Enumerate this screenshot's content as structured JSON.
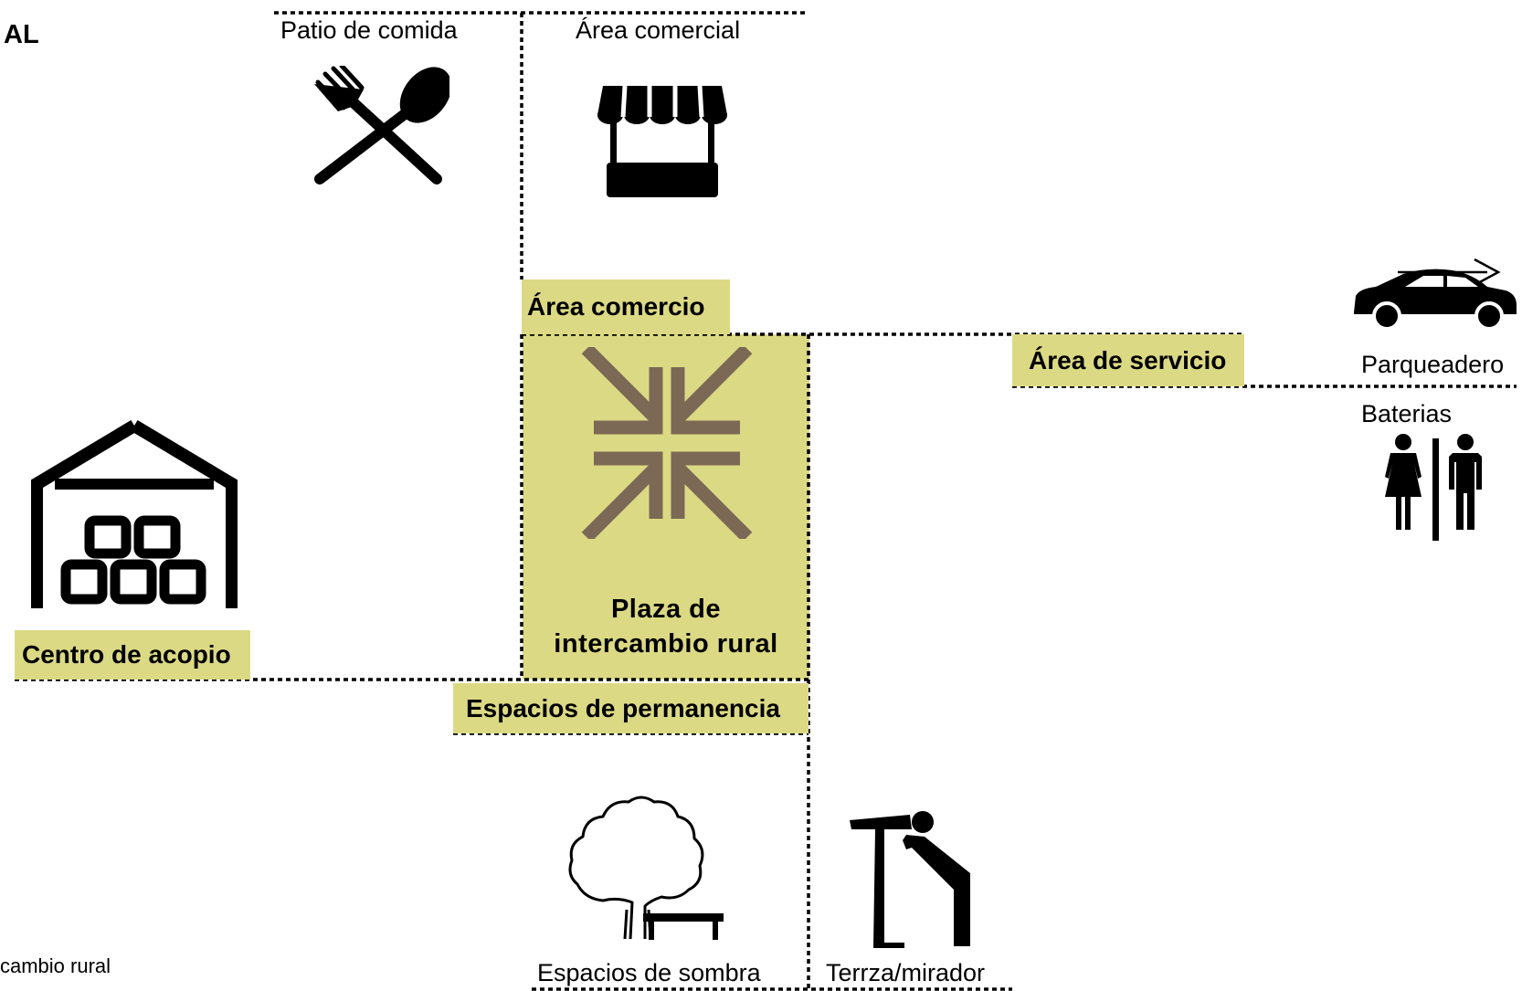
{
  "header": {
    "corner_title": "AL"
  },
  "footer": {
    "corner_caption": "cambio rural"
  },
  "center": {
    "line1": "Plaza de",
    "line2": "intercambio rural"
  },
  "zones": {
    "food_court": "Patio de comida",
    "commercial_area": "Área comercial",
    "commerce": "Área comercio",
    "service": "Área de servicio",
    "parking": "Parqueadero",
    "restrooms": "Baterias",
    "storage_center": "Centro de acopio",
    "stay_spaces": "Espacios de permanencia",
    "shade_spaces": "Espacios de sombra",
    "terrace": "Terrza/mirador"
  },
  "colors": {
    "highlight": "#dcd985",
    "arrows": "#7b6955",
    "lines": "#000000"
  },
  "icons": [
    "fork-spoon-icon",
    "market-stall-icon",
    "car-icon",
    "restroom-icon",
    "warehouse-icon",
    "inward-arrows-icon",
    "tree-bench-icon",
    "telescope-viewer-icon"
  ]
}
